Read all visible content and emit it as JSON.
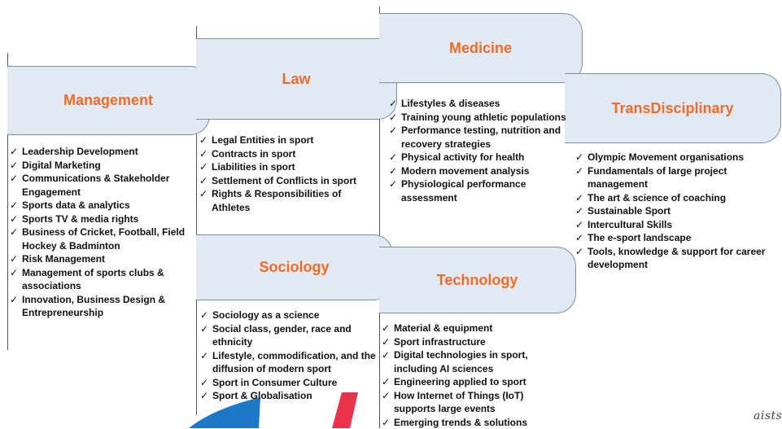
{
  "columns": [
    {
      "key": "management",
      "title": "Management",
      "items": [
        "Leadership Development",
        "Digital Marketing",
        "Communications & Stakeholder Engagement",
        "Sports data & analytics",
        "Sports TV & media rights",
        "Business of Cricket, Football, Field Hockey & Badminton",
        "Risk Management",
        "Management of sports clubs & associations",
        "Innovation, Business Design & Entrepreneurship"
      ]
    },
    {
      "key": "law",
      "title": "Law",
      "items": [
        "Legal Entities in sport",
        "Contracts in sport",
        "Liabilities in sport",
        "Settlement of Conflicts in sport",
        "Rights & Responsibilities of Athletes"
      ]
    },
    {
      "key": "sociology",
      "title": "Sociology",
      "items": [
        "Sociology as a science",
        "Social class, gender, race and ethnicity",
        "Lifestyle, commodification, and the diffusion of modern sport",
        "Sport in Consumer Culture",
        "Sport & Globalisation"
      ]
    },
    {
      "key": "medicine",
      "title": "Medicine",
      "items": [
        "Lifestyles & diseases",
        "Training young athletic populations",
        "Performance testing, nutrition and recovery strategies",
        "Physical activity for health",
        "Modern movement analysis",
        "Physiological performance assessment"
      ]
    },
    {
      "key": "technology",
      "title": "Technology",
      "items": [
        "Material & equipment",
        "Sport infrastructure",
        "Digital technologies in sport, including AI sciences",
        "Engineering applied to sport",
        "How Internet of Things (IoT) supports large events",
        "Emerging trends & solutions"
      ]
    },
    {
      "key": "transdisciplinary",
      "title": "TransDisciplinary",
      "items": [
        "Olympic Movement organisations",
        "Fundamentals of large project management",
        "The art & science of coaching",
        "Sustainable Sport",
        " Intercultural Skills",
        "The e-sport landscape",
        "Tools, knowledge & support for career development"
      ]
    }
  ],
  "brand": "aists",
  "colors": {
    "card_fill": "#e2e9f3",
    "card_border": "#7e8da5",
    "title": "#ef6c2a",
    "text": "#111111",
    "logo_blue": "#1d78c8",
    "logo_red": "#e8334a"
  }
}
